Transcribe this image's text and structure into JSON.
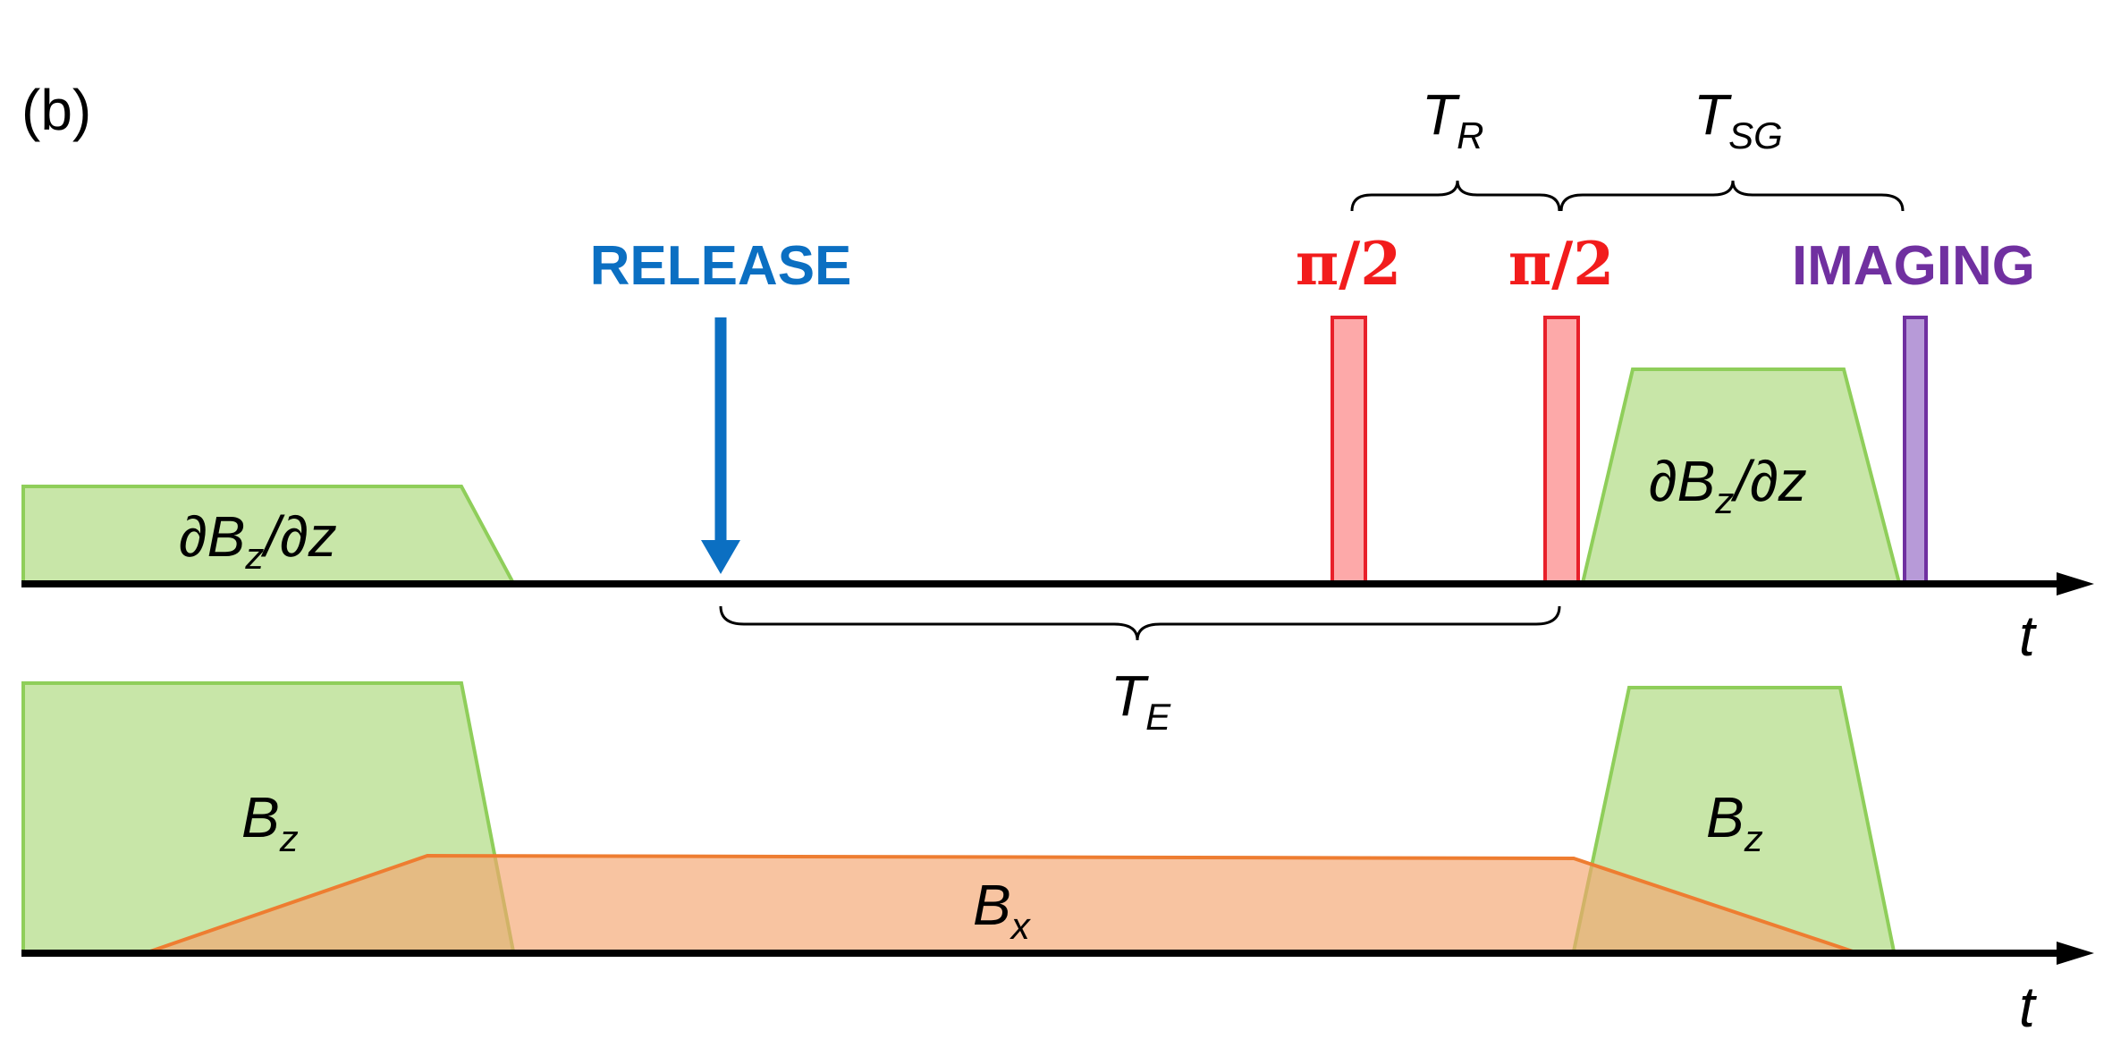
{
  "panel_label": "(b)",
  "colors": {
    "gradient_fill": "#c8e6a8",
    "gradient_stroke": "#8fce5a",
    "bx_fill": "#f6bc9a",
    "bx_stroke": "#ee7d31",
    "pulse_fill": "#fda9a9",
    "pulse_stroke": "#e8202a",
    "release_color": "#0b6fc2",
    "imaging_fill": "#b79ad8",
    "imaging_stroke": "#7030a0",
    "axis_color": "#000000"
  },
  "top_panel": {
    "gradient_label_main": "∂B",
    "gradient_label_sub": "z",
    "gradient_label_tail": "/∂z",
    "axis_label": "t",
    "release_label": "RELEASE",
    "pulse_1_label": "π/2",
    "pulse_2_label": "π/2",
    "imaging_label": "IMAGING",
    "tr_main": "T",
    "tr_sub": "R",
    "tsg_main": "T",
    "tsg_sub": "SG",
    "te_main": "T",
    "te_sub": "E"
  },
  "bottom_panel": {
    "bz_main": "B",
    "bz_sub": "z",
    "bx_main": "B",
    "bx_sub": "x",
    "axis_label": "t"
  }
}
